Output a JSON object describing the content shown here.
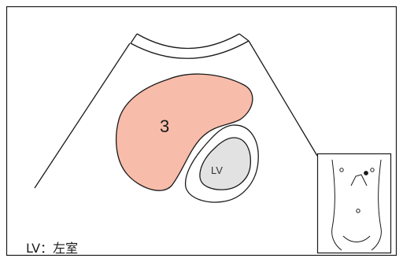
{
  "diagram": {
    "regions": [
      {
        "label": "3",
        "fill": "#f8bcaa"
      },
      {
        "label": "LV",
        "fill": "#e2e2e2"
      }
    ],
    "legend": "LV：左室",
    "colors": {
      "stroke": "#1a1a1a",
      "region_3_fill": "#f8bcaa",
      "lv_fill": "#e2e2e2",
      "background": "#ffffff"
    }
  }
}
